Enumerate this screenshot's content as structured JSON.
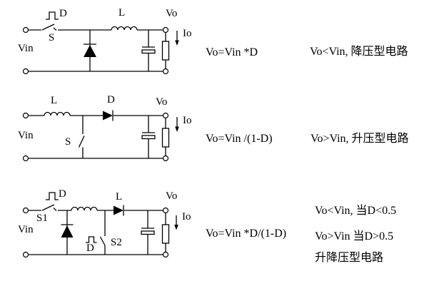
{
  "background": "#ffffff",
  "line_color": "#000000",
  "rows": [
    {
      "circuit_type": "buck",
      "labels": {
        "duty": "D",
        "switch": "S",
        "vin": "Vin",
        "inductor": "L",
        "vout": "Vo",
        "iout": "Io"
      },
      "formula": "Vo=Vin *D",
      "notes": [
        "Vo<Vin, 降压型电路"
      ]
    },
    {
      "circuit_type": "boost",
      "labels": {
        "inductor": "L",
        "diode": "D",
        "switch": "S",
        "vin": "Vin",
        "vout": "Vo",
        "iout": "Io"
      },
      "formula": "Vo=Vin /(1-D)",
      "notes": [
        "Vo>Vin, 升压型电路"
      ]
    },
    {
      "circuit_type": "buck-boost",
      "labels": {
        "duty1": "D",
        "switch1": "S1",
        "vin": "Vin",
        "inductor": "L",
        "duty2": "D",
        "switch2": "S2",
        "vout": "Vo",
        "iout": "Io"
      },
      "formula": "Vo=Vin *D/(1-D)",
      "notes": [
        "Vo<Vin, 当D<0.5",
        "Vo>Vin 当D>0.5",
        "升降压型电路"
      ]
    }
  ]
}
